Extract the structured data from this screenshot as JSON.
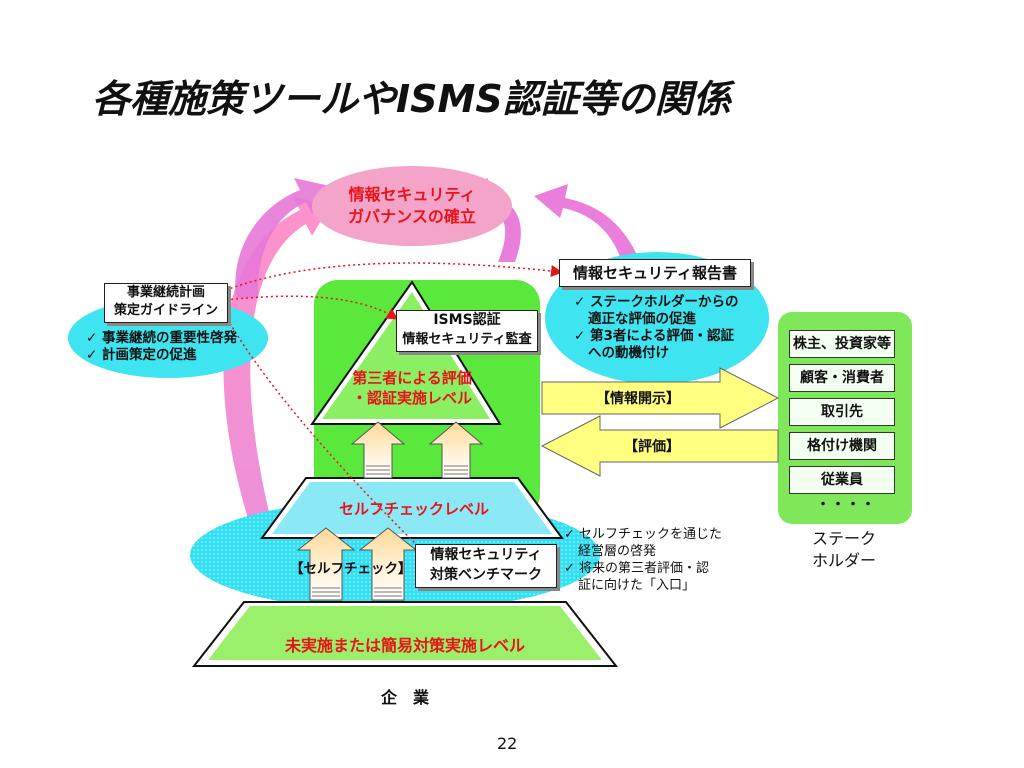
{
  "title": "各種施策ツールやISMS認証等の関係",
  "governance": {
    "line1": "情報セキュリティ",
    "line2": "ガバナンスの確立"
  },
  "bcp_box": {
    "line1": "事業継続計画",
    "line2": "策定ガイドライン"
  },
  "bcp_checks": [
    "✓ 事業継続の重要性啓発",
    "✓ 計画策定の促進"
  ],
  "report_box": "情報セキュリティ報告書",
  "report_checks": [
    "✓ ステークホルダーからの",
    "適正な評価の促進",
    "✓ 第3者による評価・認証",
    "への動機付け"
  ],
  "isms_box": {
    "line1": "ISMS認証",
    "line2": "情報セキュリティ監査"
  },
  "third_party_level": {
    "line1": "第三者による評価",
    "line2": "・認証実施レベル"
  },
  "disclosure_label": "【情報開示】",
  "evaluation_label": "【評価】",
  "self_check_level": "セルフチェックレベル",
  "self_check_label": "【セルフチェック】",
  "benchmark_box": {
    "line1": "情報セキュリティ",
    "line2": "対策ベンチマーク"
  },
  "self_check_notes": [
    "✓ セルフチェックを通じた",
    "経営層の啓発",
    "✓ 将来の第三者評価・認",
    "証に向けた「入口」"
  ],
  "base_level": "未実施または簡易対策実施レベル",
  "company_label": "企　業",
  "stakeholders": {
    "items": [
      "株主、投資家等",
      "顧客・消費者",
      "取引先",
      "格付け機関",
      "従業員"
    ],
    "more": "・・・・",
    "label_line1": "ステーク",
    "label_line2": "ホルダー"
  },
  "page_number": "22",
  "colors": {
    "pink": "#f4a6c8",
    "magenta": "#e040c8",
    "green": "#57e83a",
    "cyan": "#33e0f0",
    "yellow": "#ffff80",
    "red": "#e8141a"
  }
}
